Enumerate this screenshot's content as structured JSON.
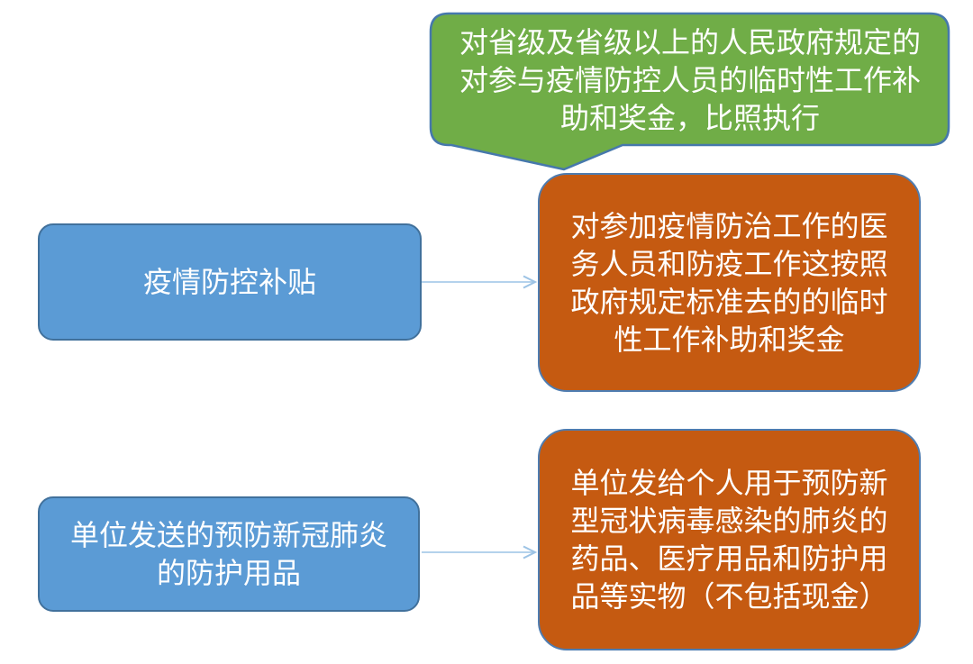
{
  "colors": {
    "background": "#FFFFFF",
    "text": "#FFFFFF",
    "blue_fill": "#5B9BD5",
    "blue_border": "#41719C",
    "orange_fill": "#C55A11",
    "orange_border": "#4E7CB0",
    "green_fill": "#70AD47",
    "green_border": "#4678AC",
    "arrow": "#9CC3E5"
  },
  "callout": {
    "lines": [
      "对省级及省级以上的人民政府规定的",
      "对参与疫情防控人员的临时性工作补",
      "助和奖金，比照执行"
    ]
  },
  "flow": {
    "row1": {
      "source": {
        "label": "疫情防控补贴"
      },
      "target": {
        "lines": [
          "对参加疫情防治工作的医",
          "务人员和防疫工作这按照",
          "政府规定标准去的的临时",
          "性工作补助和奖金"
        ]
      }
    },
    "row2": {
      "source": {
        "lines": [
          "单位发送的预防新冠肺炎",
          "的防护用品"
        ]
      },
      "target": {
        "lines": [
          "单位发给个人用于预防新",
          "型冠状病毒感染的肺炎的",
          "药品、医疗用品和防护用",
          "品等实物（不包括现金）"
        ]
      }
    }
  }
}
